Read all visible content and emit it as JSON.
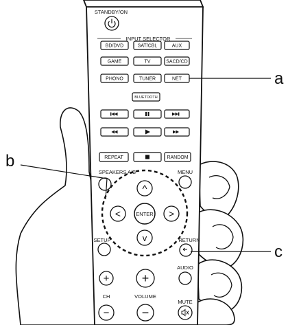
{
  "remote": {
    "standby_label": "STANDBY/ON",
    "input_selector_label": "INPUT SELECTOR",
    "input_buttons": [
      "BD/DVD",
      "SAT/CBL",
      "AUX",
      "GAME",
      "TV",
      "SACD/CD",
      "PHONO",
      "TUNER",
      "NET",
      "BLUETOOTH"
    ],
    "transport_buttons": [
      "prev-track-icon",
      "pause-icon",
      "next-track-icon",
      "rewind-icon",
      "play-icon",
      "fast-forward-icon"
    ],
    "repeat_label": "REPEAT",
    "stop_icon": "stop-icon",
    "random_label": "RANDOM",
    "speakers_label": "SPEAKERS A/B",
    "menu_label": "MENU",
    "enter_label": "ENTER",
    "up_arrow": "^",
    "down_arrow": "v",
    "left_arrow": "<",
    "right_arrow": ">",
    "setup_label": "SETUP",
    "return_label": "RETURN",
    "audio_label": "AUDIO",
    "ch_label": "CH",
    "volume_label": "VOLUME",
    "mute_label": "MUTE",
    "plus": "+",
    "minus": "−"
  },
  "callouts": {
    "a": "a",
    "b": "b",
    "c": "c"
  }
}
